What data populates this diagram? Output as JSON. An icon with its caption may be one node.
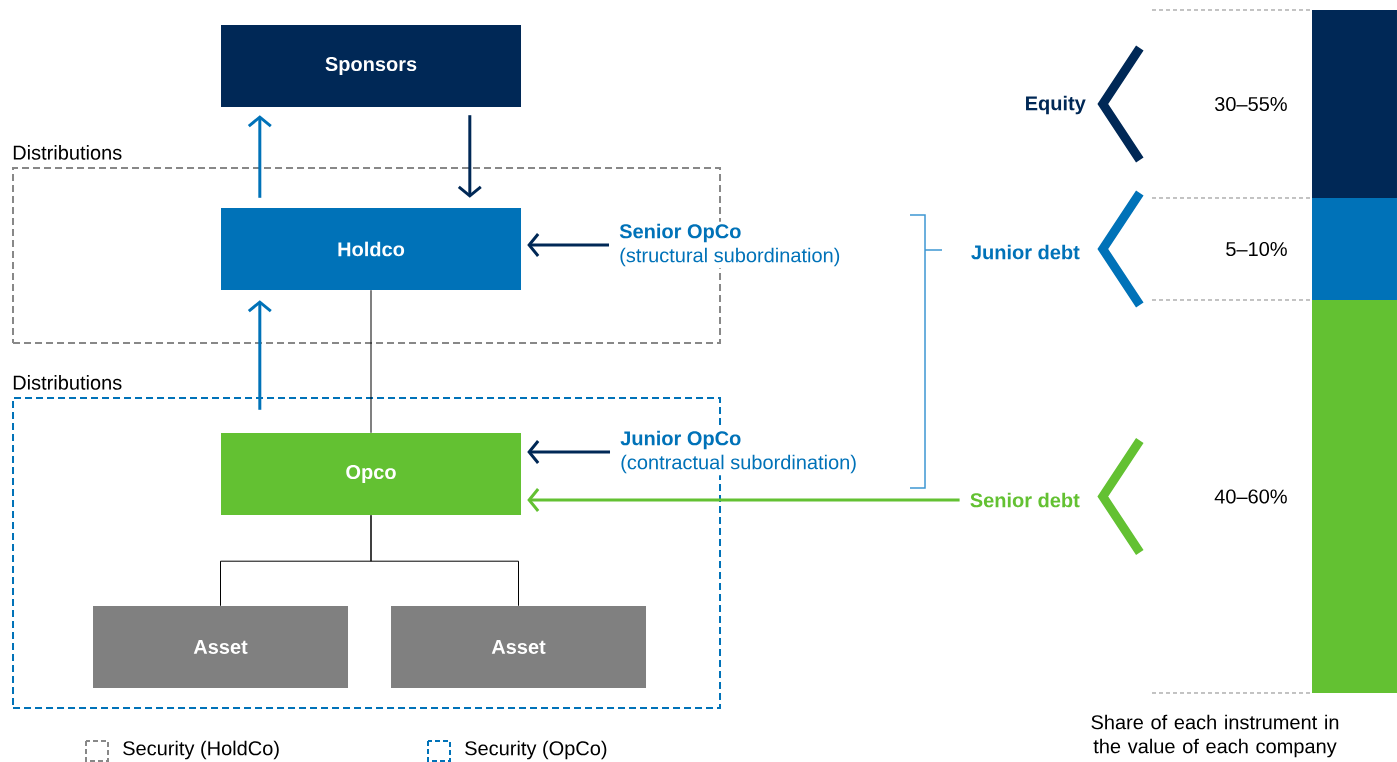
{
  "diagram": {
    "nodes": [
      {
        "text": [
          "Sponsors"
        ]
      },
      {
        "text": [],
        "shape": "box",
        "beside": [
          "Distributions"
        ]
      },
      {
        "text": [
          "Holdco"
        ],
        "in": 1
      },
      {
        "text": [],
        "shape": "box",
        "beside": [
          "Distributions"
        ]
      },
      {
        "text": [
          "Opco"
        ],
        "in": 3
      },
      {
        "text": [
          "Asset"
        ],
        "in": 3
      },
      {
        "text": [
          "Asset"
        ],
        "in": 3
      },
      {
        "text": [
          "Senior OpCo",
          "(structural subordination)"
        ]
      },
      {
        "text": [
          "Junior OpCo",
          "(contractual subordination)"
        ]
      },
      {
        "text": [
          "Senior debt"
        ]
      },
      {
        "text": [
          "Equity"
        ]
      },
      {
        "text": [
          "Junior debt"
        ]
      },
      {
        "text": [],
        "shape": "bar",
        "beside": [
          "30–55%"
        ]
      },
      {
        "text": [],
        "shape": "bar",
        "beside": [
          "5–10%"
        ]
      },
      {
        "text": [],
        "shape": "bar",
        "beside": [
          "40–60%"
        ]
      }
    ],
    "edges": [
      {
        "from": 2,
        "to": 0,
        "arrow": "to",
        "color": "#0072b8"
      },
      {
        "from": 0,
        "to": 2,
        "arrow": "to",
        "color": "#002856"
      },
      {
        "from": 4,
        "to": 2,
        "arrow": "to",
        "color": "#0072b8"
      },
      {
        "from": 7,
        "to": 2,
        "arrow": "to",
        "color": "#002856"
      },
      {
        "from": 2,
        "to": 4,
        "arrow": "none"
      },
      {
        "from": 8,
        "to": 4,
        "arrow": "to",
        "color": "#002856"
      },
      {
        "from": 9,
        "to": 4,
        "arrow": "to",
        "color": "#63c132"
      },
      {
        "from": 4,
        "to": 5,
        "arrow": "none"
      },
      {
        "from": 4,
        "to": 6,
        "arrow": "none"
      }
    ],
    "labels": [
      "Share of each instrument in the value of each company"
    ],
    "legend": [
      {
        "text": "Security (HoldCo)"
      },
      {
        "text": "Security (OpCo)"
      }
    ]
  }
}
